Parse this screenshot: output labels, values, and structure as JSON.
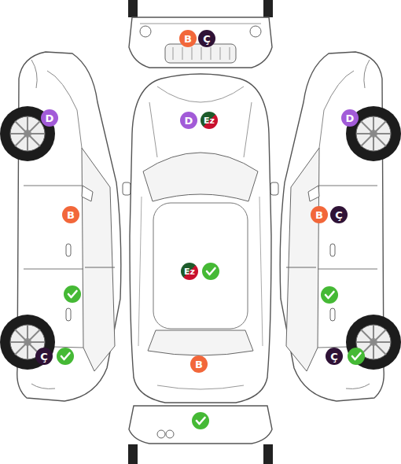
{
  "diagram": {
    "nodes": [
      {
        "text": [
          "B"
        ]
      },
      {
        "text": [
          "Ç"
        ]
      },
      {
        "text": [
          "D"
        ]
      },
      {
        "text": [
          "D"
        ]
      },
      {
        "text": [
          "Ez"
        ]
      },
      {
        "text": [
          "D"
        ]
      },
      {
        "text": [
          "B"
        ]
      },
      {
        "text": [
          "B"
        ]
      },
      {
        "text": [
          "Ç"
        ]
      },
      {
        "text": [
          "Ez"
        ]
      },
      {
        "text": [
          "Ç"
        ]
      },
      {
        "text": [
          "Ç"
        ]
      },
      {
        "text": [
          "B"
        ]
      }
    ]
  }
}
